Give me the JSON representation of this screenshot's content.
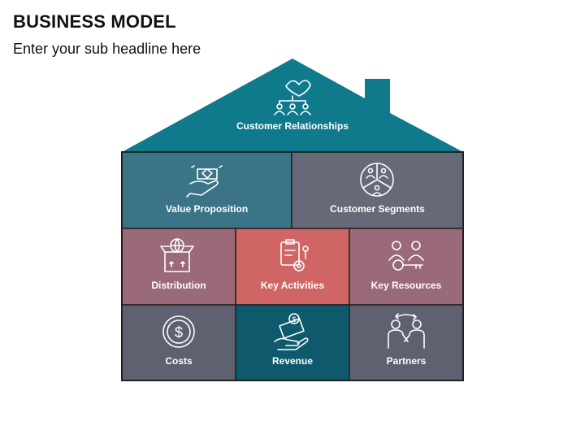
{
  "title": "BUSINESS MODEL",
  "subtitle": "Enter your sub headline here",
  "blocks": {
    "roof": {
      "label": "Customer Relationships",
      "color": "#0f7a8c",
      "icon": "handshake-team-icon"
    },
    "value_proposition": {
      "label": "Value Proposition",
      "color": "#3a7486",
      "icon": "diamond-gift-hand-icon"
    },
    "customer_segments": {
      "label": "Customer Segments",
      "color": "#656978",
      "icon": "segmented-people-icon"
    },
    "distribution": {
      "label": "Distribution",
      "color": "#9a6a78",
      "icon": "box-globe-icon"
    },
    "key_activities": {
      "label": "Key Activities",
      "color": "#d06565",
      "icon": "clipboard-gear-icon"
    },
    "key_resources": {
      "label": "Key Resources",
      "color": "#9a6a78",
      "icon": "people-key-icon"
    },
    "costs": {
      "label": "Costs",
      "color": "#5f6070",
      "icon": "dollar-coin-icon"
    },
    "revenue": {
      "label": "Revenue",
      "color": "#0e5a6c",
      "icon": "money-hand-icon"
    },
    "partners": {
      "label": "Partners",
      "color": "#5f6070",
      "icon": "partners-exchange-icon"
    }
  }
}
